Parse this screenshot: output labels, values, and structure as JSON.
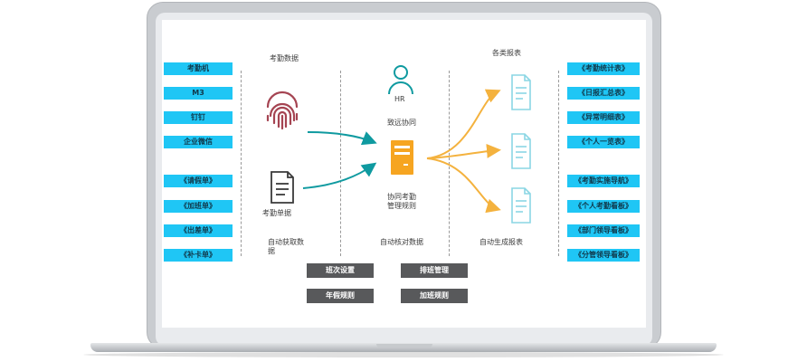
{
  "sources": [
    "考勤机",
    "M3",
    "钉钉",
    "企业微信"
  ],
  "forms": [
    "《请假单》",
    "《加班单》",
    "《出差单》",
    "《补卡单》"
  ],
  "reports": [
    "《考勤统计表》",
    "《日报汇总表》",
    "《异常明细表》",
    "《个人一览表》"
  ],
  "dashboards": [
    "《考勤实施导航》",
    "《个人考勤看板》",
    "《部门领导看板》",
    "《分管领导看板》"
  ],
  "labels": {
    "attendance_data": "考勤数据",
    "attendance_docs": "考勤单据",
    "auto_fetch_line1": "自动获取数",
    "auto_fetch_line2": "据",
    "hr": "HR",
    "collab": "致远协同",
    "rules_line1": "协同考勤",
    "rules_line2": "管理规则",
    "auto_check": "自动核对数据",
    "report_types": "各类报表",
    "auto_generate": "自动生成报表"
  },
  "buttons": [
    "班次设置",
    "排班管理",
    "年假规则",
    "加班规则"
  ],
  "colors": {
    "tag_blue": "#1fc6f5",
    "teal": "#0f9aa0",
    "orange": "#f4b23e",
    "fingerprint": "#a54452",
    "button_gray": "#58595b"
  }
}
